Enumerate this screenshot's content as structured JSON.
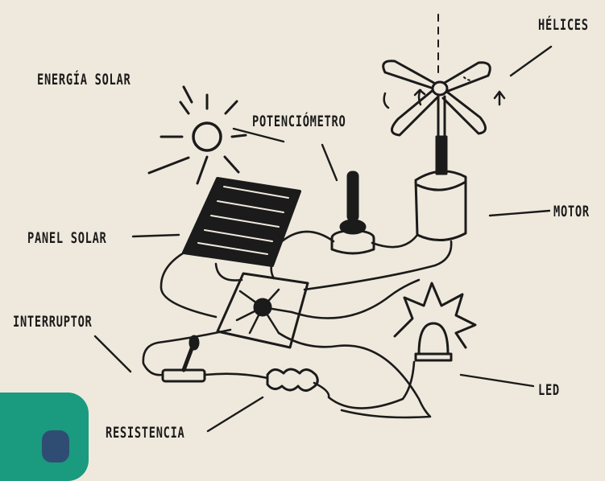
{
  "labels": {
    "energia_solar": "ENERGÍA SOLAR",
    "helices": "HÉLICES",
    "potenciometro": "POTENCIÓMETRO",
    "motor": "MOTOR",
    "panel_solar": "PANEL SOLAR",
    "interruptor": "INTERRUPTOR",
    "led": "LED",
    "resistencia": "RESISTENCIA"
  },
  "colors": {
    "paper": "#efe9dd",
    "ink": "#1b1b1b",
    "corner_teal": "#1a9a7e",
    "corner_blue": "#2f4d73"
  }
}
